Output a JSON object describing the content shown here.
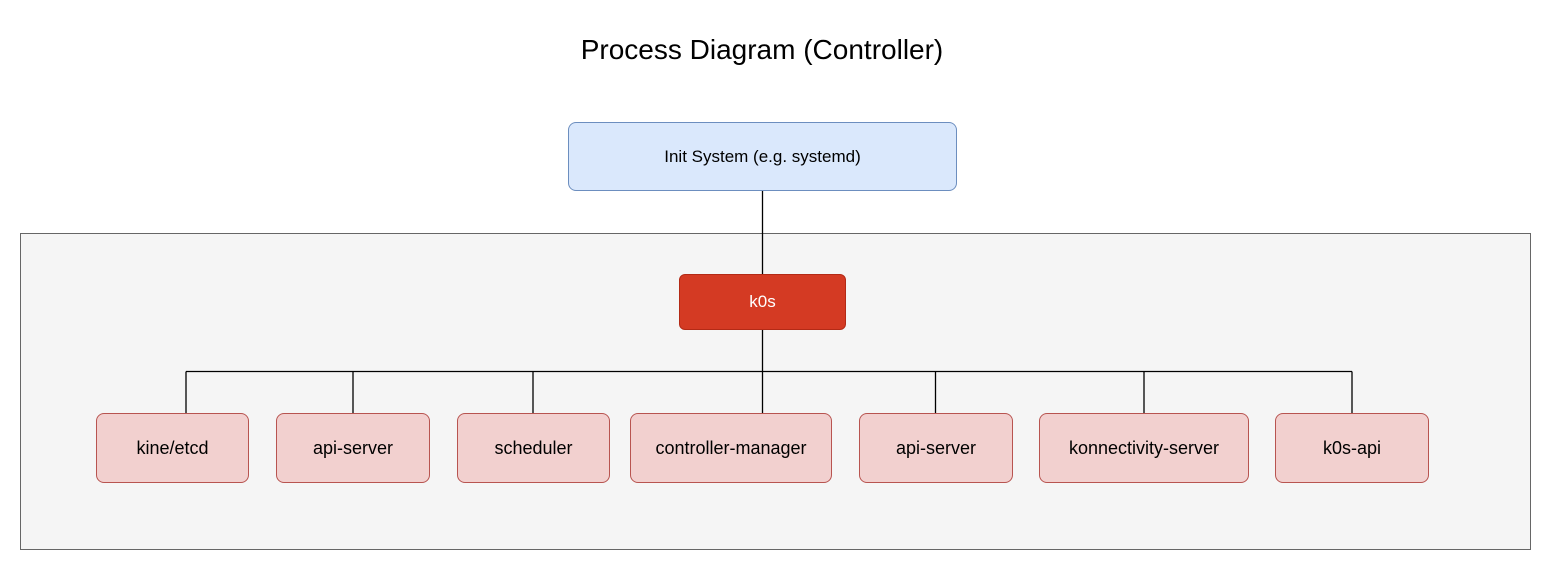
{
  "diagram": {
    "title": "Process Diagram (Controller)",
    "root": {
      "label": "Init System (e.g. systemd)"
    },
    "main": {
      "label": "k0s"
    },
    "children": [
      {
        "label": "kine/etcd"
      },
      {
        "label": "api-server"
      },
      {
        "label": "scheduler"
      },
      {
        "label": "controller-manager"
      },
      {
        "label": "api-server"
      },
      {
        "label": "konnectivity-server"
      },
      {
        "label": "k0s-api"
      }
    ],
    "colors": {
      "root_fill": "#dae8fc",
      "root_border": "#6c8ebf",
      "main_fill": "#d43a23",
      "child_fill": "#f2d0cf",
      "child_border": "#b85450",
      "container_fill": "#f5f5f5",
      "connector": "#000000"
    }
  }
}
